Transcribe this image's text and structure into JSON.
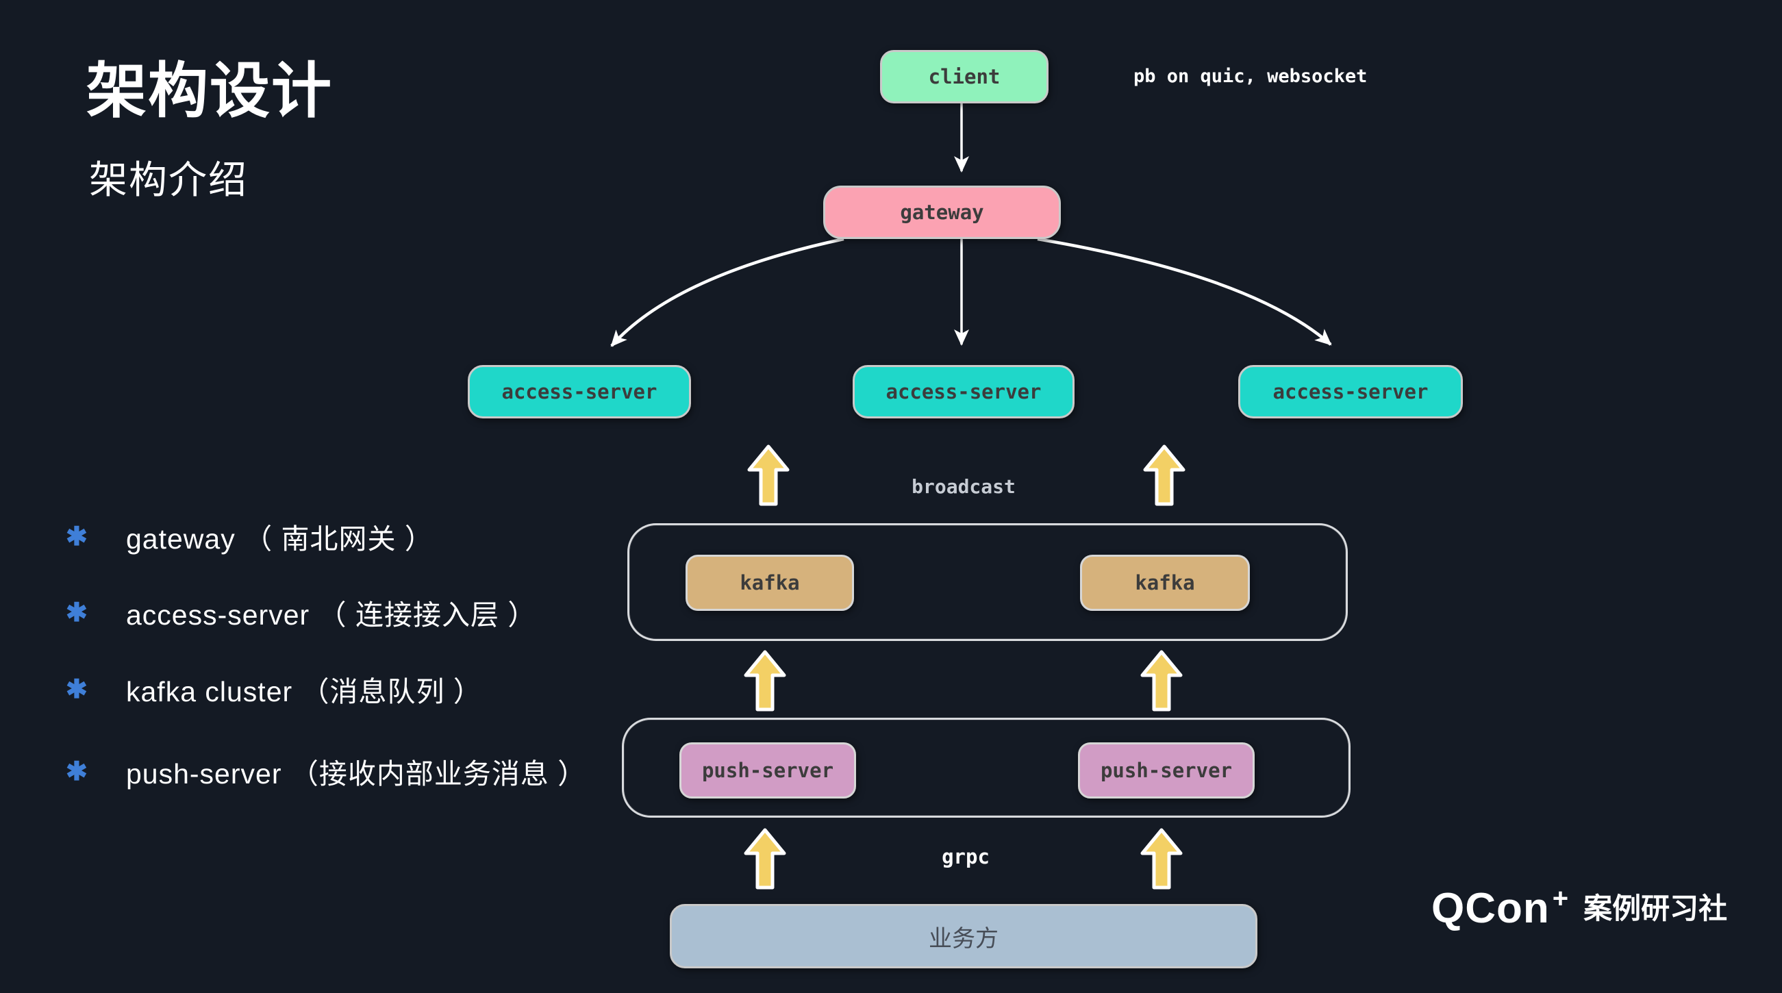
{
  "slide": {
    "title": "架构设计",
    "subtitle": "架构介绍",
    "background_color": "#141a24"
  },
  "annotations": {
    "protocol": "pb on quic, websocket",
    "broadcast": "broadcast",
    "grpc": "grpc"
  },
  "nodes": {
    "client": {
      "label": "client",
      "color": "#8ff2bb"
    },
    "gateway": {
      "label": "gateway",
      "color": "#fba2b2"
    },
    "access_server": {
      "label": "access-server",
      "color": "#1fd7c9"
    },
    "kafka": {
      "label": "kafka",
      "color": "#d6b27c"
    },
    "push_server": {
      "label": "push-server",
      "color": "#d19cc5"
    },
    "business": {
      "label": "业务方",
      "color": "#aabfd2"
    }
  },
  "bullets": {
    "icon": "✱",
    "items": [
      "gateway （ 南北网关 ）",
      "access-server （ 连接接入层 ）",
      "kafka cluster （消息队列 ）",
      "push-server （接收内部业务消息 ）"
    ]
  },
  "footer": {
    "logo_brand": "QCon",
    "logo_plus": "+",
    "logo_text": "案例研习社"
  },
  "colors": {
    "arrow_yellow": "#f3d065",
    "connector_white": "#ffffff",
    "bullet_blue": "#3f7fd8"
  }
}
